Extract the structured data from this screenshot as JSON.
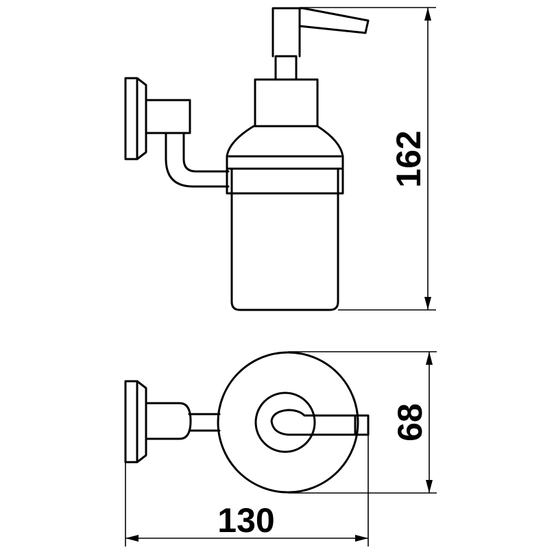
{
  "dimensions": {
    "height": "162",
    "width": "68",
    "depth": "130"
  },
  "colors": {
    "line": "#000000",
    "background": "#ffffff"
  }
}
